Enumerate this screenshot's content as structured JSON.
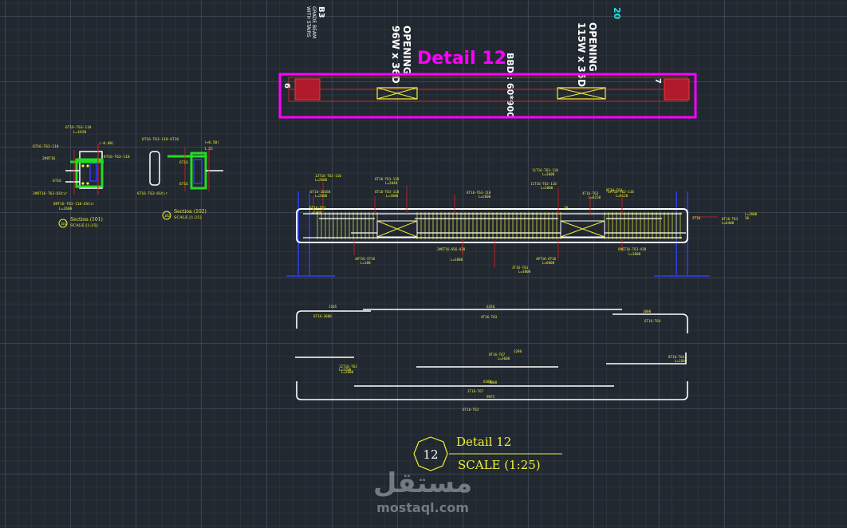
{
  "title_top": "Detail 12",
  "b3_label": [
    "B3",
    "GRADE BEAM",
    "WITH STAIRS"
  ],
  "opening_left": [
    "OPENING",
    "96W x 36D"
  ],
  "opening_right": [
    "OPENING",
    "115W x 35D"
  ],
  "bbd_label": "BBD : 60*900",
  "cyan_mark": "20",
  "grid_left": "6",
  "grid_right": "7",
  "section1": {
    "labels": [
      "6T16-T63-110",
      "6T16-T63-110",
      "L=1620",
      "(-0.80)",
      "8T16-T63-110",
      "2#8T16",
      "6T16",
      "2#8T16-T63-6Stir",
      "8#T16-T63-110-6Stir",
      "L=2680"
    ],
    "title": "Section (101)",
    "scale": "SCALE [1:25]",
    "marker": "101"
  },
  "section2": {
    "labels": [
      "6T16-T63-110-6T16",
      "(+0.50)",
      "1.25",
      "6T16",
      "6T16",
      "6T16-T63-6Stir"
    ],
    "title": "Section (102)",
    "scale": "SCALE [1:25]",
    "marker": "102"
  },
  "elevation_labels": [
    "13T16-T63-110",
    "L=2600",
    "6T16-T63-120",
    "L=2840",
    "11T16-T63-110",
    "L=3600",
    "6T16-10160",
    "L=2600",
    "6T16-T63-110",
    "L=1600",
    "8T16-T63-110",
    "L=2600",
    "11T16-T63-110",
    "L=2000",
    "4T16-T63",
    "L=8150",
    "3#T16-T63-110",
    "L=9120",
    "6T16-T63",
    "L=6400",
    "2T16",
    "6T16-T63",
    "L=6400",
    "4#T16-5T16",
    "L=100",
    "2#6T16-6S6-A20",
    "L=3800",
    "3T16-T63",
    "L=3000",
    "4#T16-6T16",
    "L=6000",
    "6#6T16-T63-A20",
    "L=3600",
    "2#",
    "8T16-T63",
    "L=3600",
    "30"
  ],
  "schedule_labels": [
    "1105",
    "6350",
    "1000",
    "6T16-3600",
    "4T16-T63",
    "6T16-T64",
    "3200",
    "8T16-T67",
    "L=3600",
    "L=3200",
    "3000",
    "8T16-T64",
    "L=1600",
    "12T16-T63",
    "L=3600",
    "6300",
    "3T16-T67",
    "9975",
    "6T16-T63"
  ],
  "detail_number": "12",
  "detail_title": "Detail 12",
  "detail_scale": "SCALE (1:25)",
  "watermark_arabic": "مستقل",
  "watermark_latin": "mostaql.com",
  "colors": {
    "background": "#212830",
    "magenta": "#ff00ff",
    "yellow": "#f0ef3a",
    "red": "#e02020",
    "blue": "#2a3cff",
    "green": "#22dd22",
    "cyan": "#22e6e6",
    "white": "#ffffff"
  }
}
